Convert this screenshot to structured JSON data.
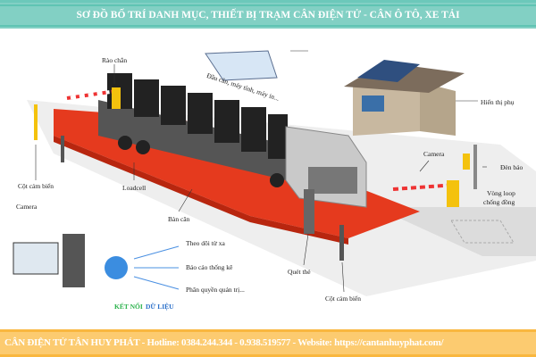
{
  "header": {
    "title": "SƠ ĐỒ BỐ TRÍ DANH MỤC, THIẾT BỊ TRẠM CÂN ĐIỆN TỬ  -  CÂN Ô TÔ, XE TẢI"
  },
  "labels": {
    "barrier": "Rào chắn",
    "office": "Đầu cân, máy tính, máy in...",
    "display": "Hiển thị phụ",
    "camera_right": "Camera",
    "signal_light": "Đèn báo",
    "loop1": "Vòng loop",
    "loop2": "chống đồng",
    "sensor_left": "Cột cảm biến",
    "camera_left": "Camera",
    "loadcell": "Loadcell",
    "platform": "Bàn cân",
    "card_reader": "Quét thẻ",
    "sensor_bottom": "Cột cảm biến"
  },
  "connect": {
    "title_part1": "KẾT NỐI",
    "title_part2": "DỮ LIỆU",
    "items": [
      "Theo dõi từ xa",
      "Báo cáo thống kê",
      "Phân quyền quản trị..."
    ]
  },
  "footer": {
    "text": "CÂN ĐIỆN TỬ TÂN HUY PHÁT - Hotline: 0384.244.344 - 0.938.519577 - Website: https://cantanhuyphat.com/"
  }
}
